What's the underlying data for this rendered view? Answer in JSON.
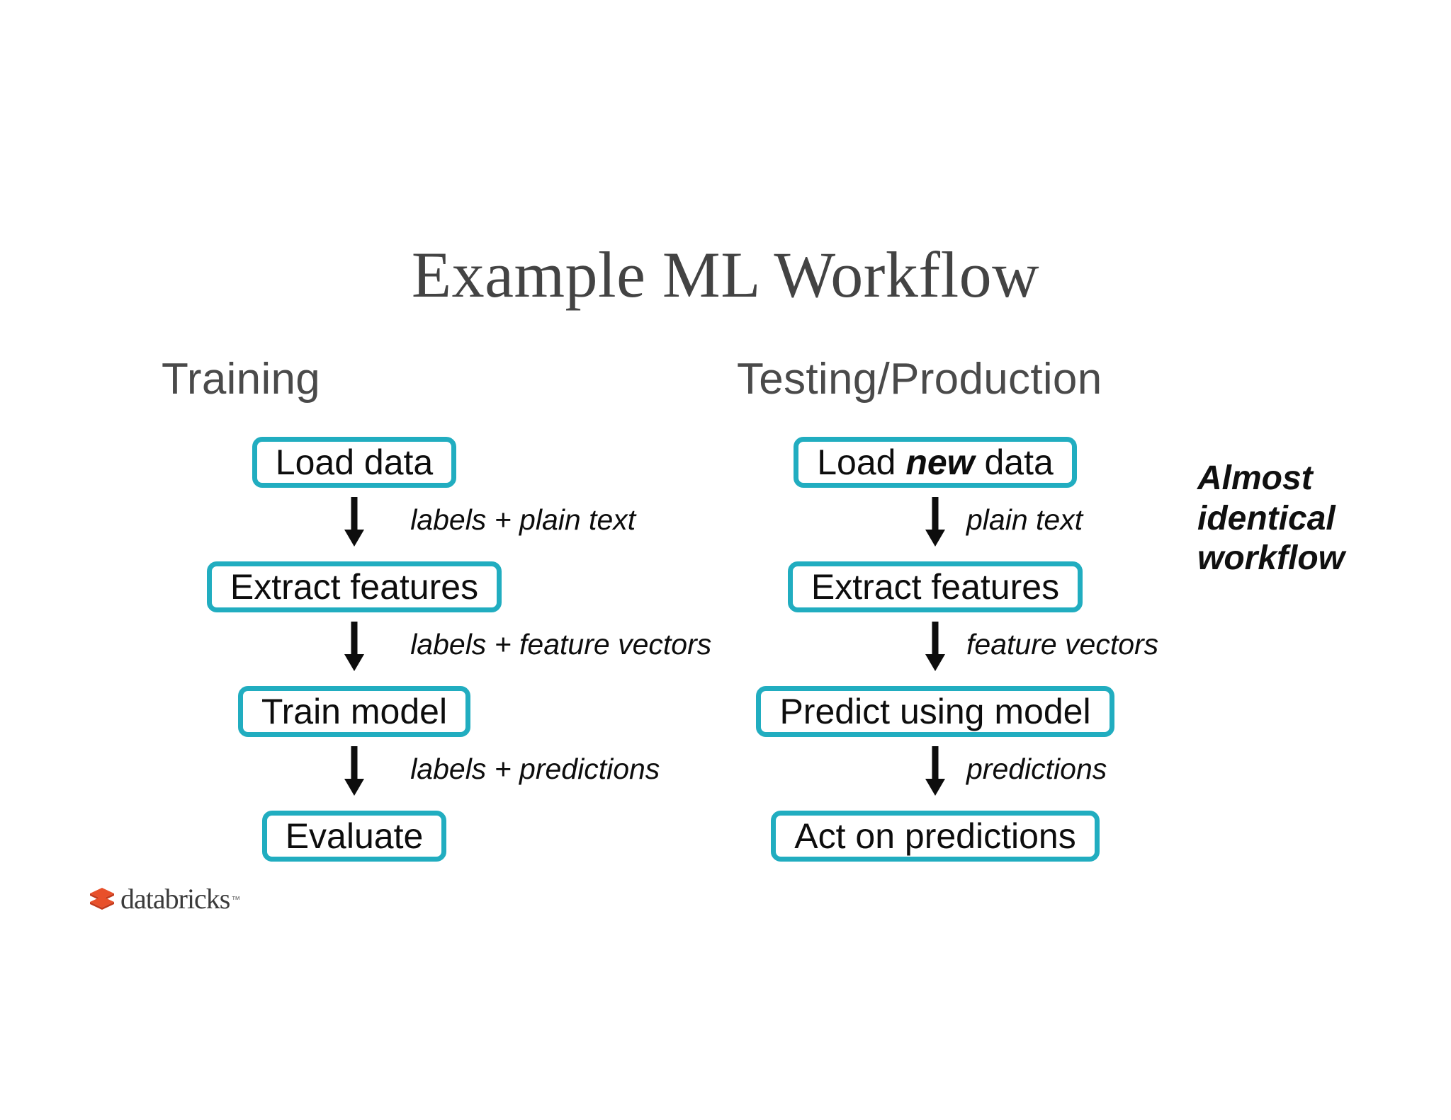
{
  "slide": {
    "title": "Example ML Workflow",
    "background_color": "#ffffff",
    "accent_color": "#21ADC0",
    "text_color": "#0d0d0d",
    "title_color": "#434343",
    "header_color": "#4a4a4a"
  },
  "columns": [
    {
      "id": "training",
      "header": "Training",
      "nodes": [
        {
          "label": "Load data"
        },
        {
          "label": "Extract features"
        },
        {
          "label": "Train model"
        },
        {
          "label": "Evaluate"
        }
      ],
      "edges": [
        {
          "label": "labels + plain text"
        },
        {
          "label": "labels + feature vectors"
        },
        {
          "label": "labels + predictions"
        }
      ]
    },
    {
      "id": "testing",
      "header": "Testing/Production",
      "nodes": [
        {
          "label_prefix": "Load ",
          "label_emphasis": "new",
          "label_suffix": " data",
          "label": "Load new data"
        },
        {
          "label": "Extract features"
        },
        {
          "label": "Predict using model"
        },
        {
          "label": "Act on predictions"
        }
      ],
      "edges": [
        {
          "label": "plain text"
        },
        {
          "label": "feature vectors"
        },
        {
          "label": "predictions"
        }
      ]
    }
  ],
  "side_note": {
    "line1": "Almost",
    "line2": "identical",
    "line3": "workflow"
  },
  "logo": {
    "wordmark": "databricks",
    "trademark": "™",
    "mark_color": "#E8502A",
    "mark_color_dark": "#C3391B",
    "icon": "databricks-stacked-bricks-icon"
  }
}
